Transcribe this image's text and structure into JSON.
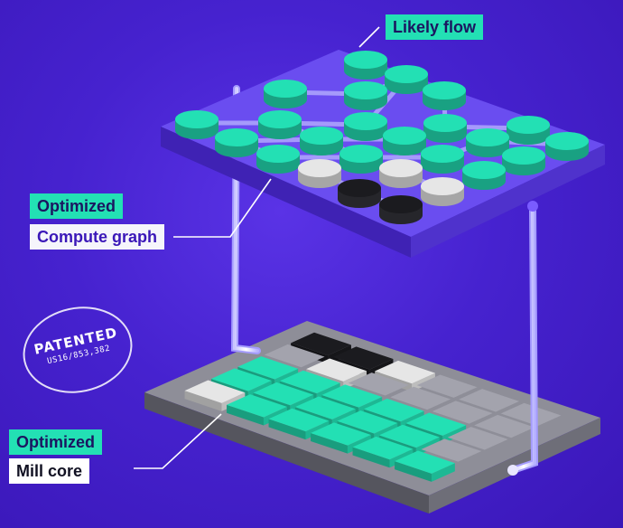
{
  "labels": {
    "likely_flow": "Likely flow",
    "optimized_top": "Optimized",
    "compute_graph": "Compute graph",
    "optimized_bottom": "Optimized",
    "mill_core": "Mill core"
  },
  "stamp": {
    "title": "PATENTED",
    "number": "US16/853,382"
  },
  "colors": {
    "background": "#4622cf",
    "accent": "#23e0b4",
    "top_plane": "#6a4df0",
    "bottom_plane": "#9a9aa4",
    "active_node": "#23e0b4",
    "idle_node": "#e6e6e6",
    "dark_node": "#1b1b1f"
  }
}
